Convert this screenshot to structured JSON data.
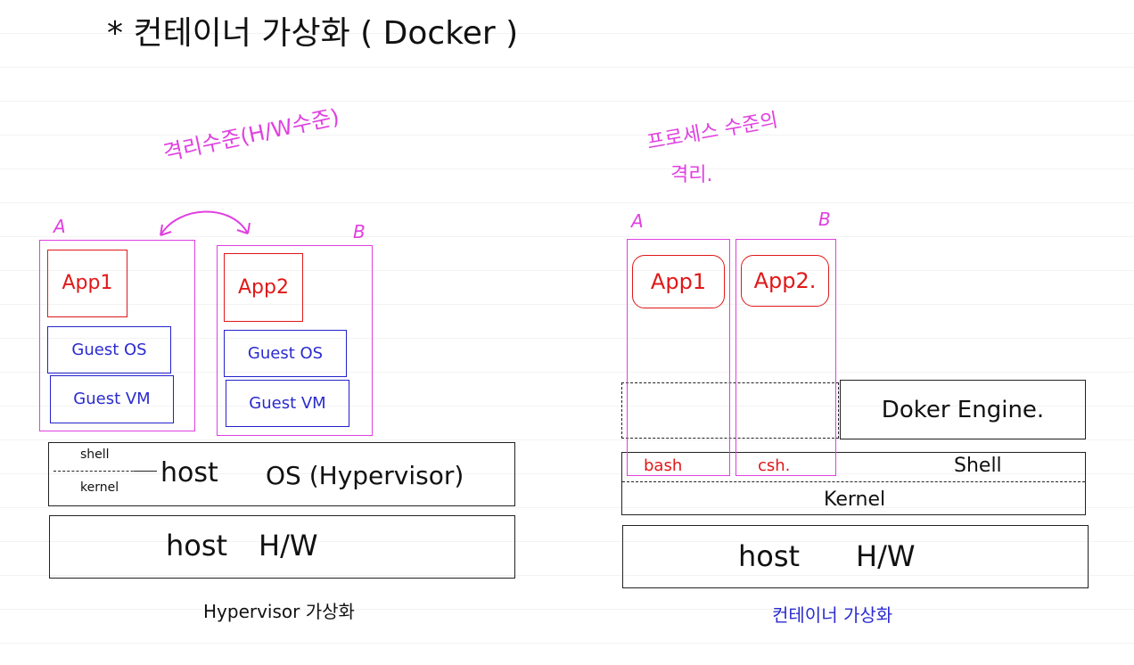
{
  "title": "* 컨테이너 가상화 ( Docker )",
  "left": {
    "annotation": "격리수준(H/W수준)",
    "label_a": "A",
    "label_b": "B",
    "vm_a": {
      "app": "App1",
      "guest_os": "Guest OS",
      "guest_vm": "Guest VM"
    },
    "vm_b": {
      "app": "App2",
      "guest_os": "Guest OS",
      "guest_vm": "Guest VM"
    },
    "host_os": {
      "shell": "shell",
      "kernel": "kernel",
      "label": "host",
      "hypervisor": "OS (Hypervisor)"
    },
    "host_hw": {
      "host": "host",
      "hw": "H/W"
    },
    "caption": "Hypervisor 가상화"
  },
  "right": {
    "annotation_line1": "프로세스 수준의",
    "annotation_line2": "격리.",
    "label_a": "A",
    "label_b": "B",
    "container_a": {
      "app": "App1",
      "shell": "bash"
    },
    "container_b": {
      "app": "App2.",
      "shell": "csh."
    },
    "docker_engine": "Doker Engine.",
    "shell": "Shell",
    "kernel": "Kernel",
    "host_hw": {
      "host": "host",
      "hw": "H/W"
    },
    "caption": "컨테이너 가상화"
  },
  "colors": {
    "annotation": "#e040e0",
    "app": "#e01818",
    "guest": "#2a2ad0",
    "structure": "#222222",
    "caption_right": "#2a2ad0"
  }
}
